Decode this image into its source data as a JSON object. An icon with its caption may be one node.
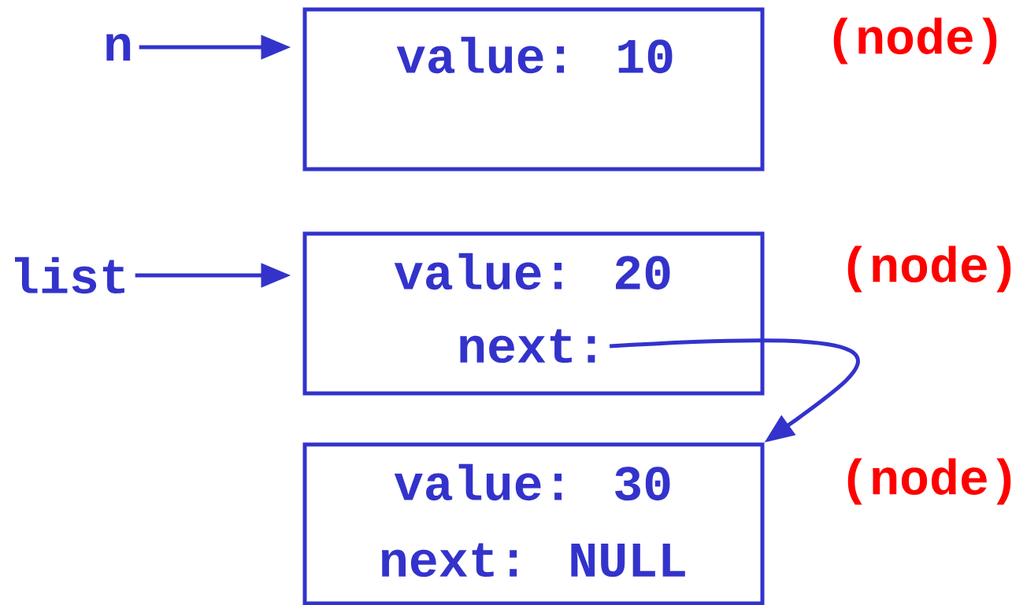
{
  "diagram": {
    "nodes": [
      {
        "text": [
          "n"
        ]
      },
      {
        "text": [
          "value: 10"
        ],
        "beside": [
          "(node)"
        ]
      },
      {
        "text": [
          "list"
        ]
      },
      {
        "text": [
          "value: 20",
          "next:"
        ],
        "beside": [
          "(node)"
        ]
      },
      {
        "text": [
          "value: 30",
          "next: NULL"
        ],
        "beside": [
          "(node)"
        ]
      }
    ],
    "edges": [
      {
        "from": 0,
        "to": 1,
        "arrow": "to"
      },
      {
        "from": 2,
        "to": 3,
        "arrow": "to"
      },
      {
        "from": 3,
        "to": 4,
        "arrow": "to"
      }
    ]
  }
}
